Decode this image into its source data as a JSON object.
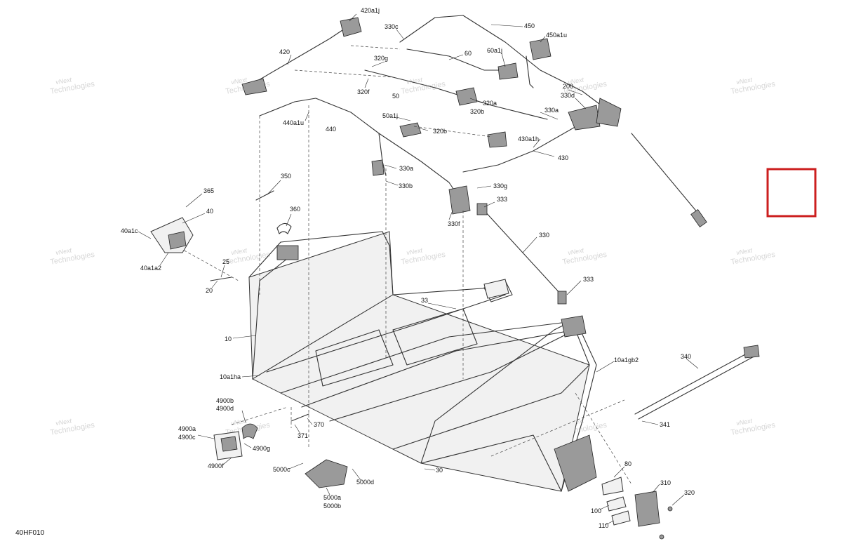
{
  "figure_code": "40HF010",
  "watermark": {
    "line1": "vNext",
    "line2": "Technologies"
  },
  "callouts": [
    "420a1j",
    "330c",
    "450",
    "450a1u",
    "420",
    "60",
    "60a1j",
    "320g",
    "320f",
    "50",
    "200",
    "330d",
    "320a",
    "330a",
    "50a1j",
    "320b",
    "320b",
    "440a1u",
    "440",
    "430a1h",
    "430",
    "330a",
    "330b",
    "330g",
    "350",
    "333",
    "330f",
    "365",
    "40",
    "360",
    "40a1c",
    "330",
    "40a1a2",
    "25",
    "20",
    "333",
    "33",
    "10",
    "10a1gb2",
    "340",
    "10a1ha",
    "4900b",
    "4900d",
    "341",
    "370",
    "4900a",
    "4900c",
    "4900g",
    "371",
    "4900f",
    "5000c",
    "30",
    "5000d",
    "80",
    "310",
    "5000a",
    "5000b",
    "320",
    "100",
    "110"
  ],
  "highlight": {
    "color": "#cc1f1f"
  },
  "colors": {
    "line": "#333333",
    "panel_fill": "#f1f1f1",
    "dark_part": "#9a9a9a"
  }
}
